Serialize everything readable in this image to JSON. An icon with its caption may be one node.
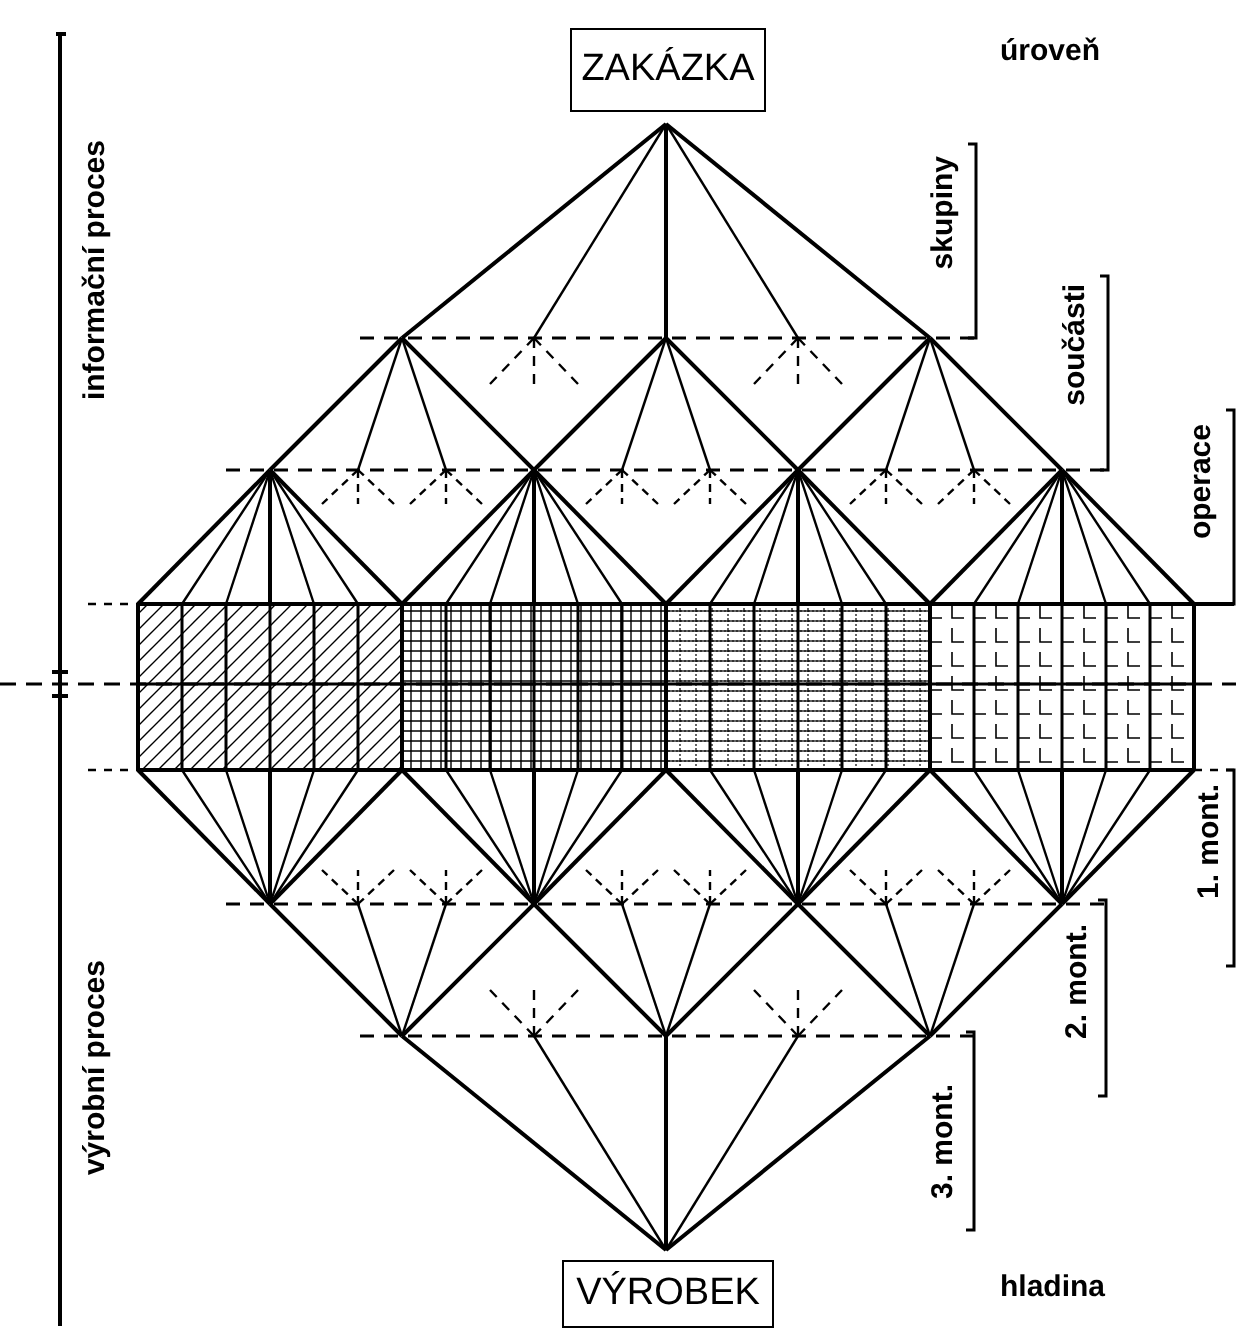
{
  "diagram": {
    "nodes": [
      {
        "text": [
          "ZAKÁZKA"
        ]
      },
      {
        "text": [
          "VÝROBEK"
        ]
      }
    ],
    "edges": [],
    "labels": [
      "úroveň",
      "informační proces",
      "skupiny",
      "součásti",
      "operace",
      "1. mont.",
      "2. mont.",
      "výrobní proces",
      "3. mont.",
      "hladina"
    ]
  }
}
